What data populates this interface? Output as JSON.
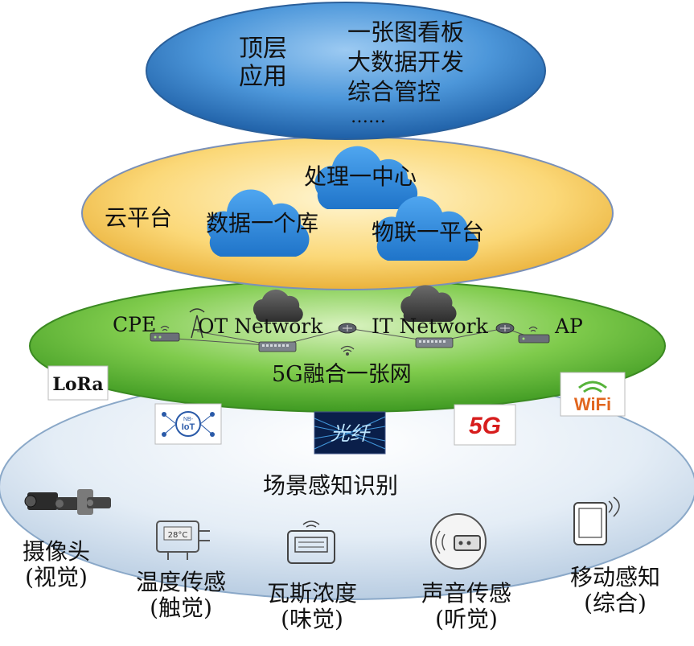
{
  "top": {
    "title_line1": "顶层",
    "title_line2": "应用",
    "items": [
      "一张图看板",
      "大数据开发",
      "综合管控",
      "……"
    ]
  },
  "cloud": {
    "title": "云平台",
    "center": "处理一中心",
    "database": "数据一个库",
    "iot": "物联一平台"
  },
  "network": {
    "cpe": "CPE",
    "ot": "OT Network",
    "it": "IT Network",
    "ap": "AP",
    "title": "5G融合一张网",
    "badges": {
      "lora": "LoRa",
      "nbiot_top": "NB-",
      "nbiot": "IoT",
      "fiber": "光纤",
      "fiveg": "5G",
      "wifi": "WiFi"
    }
  },
  "sensing": {
    "title": "场景感知识别",
    "items": [
      {
        "line1": "摄像头",
        "line2": "(视觉)"
      },
      {
        "line1": "温度传感",
        "line2": "(触觉)"
      },
      {
        "line1": "瓦斯浓度",
        "line2": "(味觉)"
      },
      {
        "line1": "声音传感",
        "line2": "(听觉)"
      },
      {
        "line1": "移动感知",
        "line2": "(综合)"
      }
    ],
    "thermo_reading": "28°C"
  },
  "colors": {
    "top_layer": "#2f7fc7",
    "cloud_layer": "#f6c95a",
    "network_layer": "#6cc043",
    "sensing_layer": "#dbe7f3",
    "cloud_icon": "#2f8ee0"
  }
}
